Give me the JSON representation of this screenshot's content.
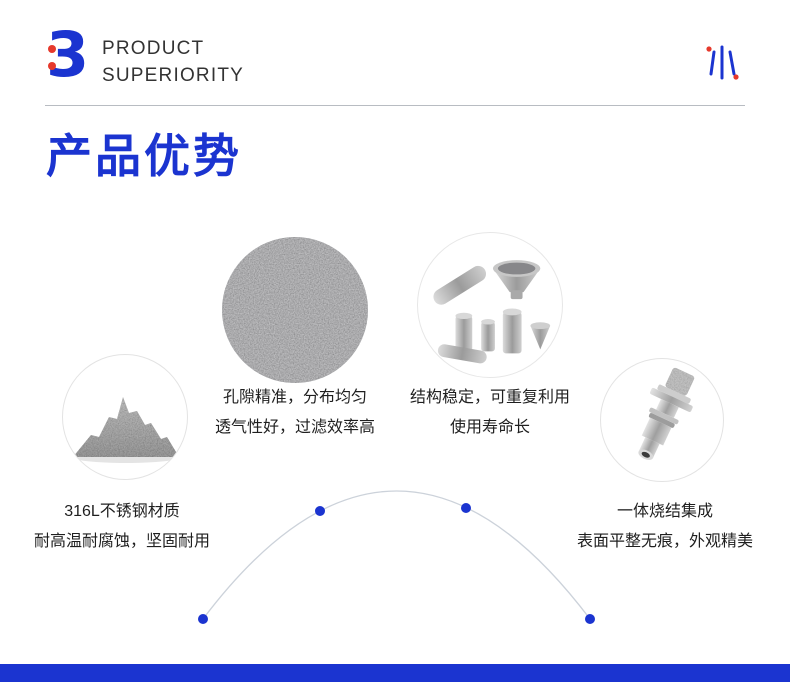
{
  "header": {
    "section_number": "3",
    "title_line1": "PRODUCT",
    "title_line2": "SUPERIORITY"
  },
  "page_title": "产品优势",
  "features": [
    {
      "id": "material",
      "lines": [
        "316L不锈钢材质",
        "耐高温耐腐蚀，坚固耐用"
      ]
    },
    {
      "id": "pores",
      "lines": [
        "孔隙精准，分布均匀",
        "透气性好，过滤效率高"
      ]
    },
    {
      "id": "structure",
      "lines": [
        "结构稳定，可重复利用",
        "使用寿命长"
      ]
    },
    {
      "id": "sintered",
      "lines": [
        "一体烧结集成",
        "表面平整无痕，外观精美"
      ]
    }
  ],
  "images": [
    {
      "name": "stainless-steel-powder-pile"
    },
    {
      "name": "porous-sintered-texture"
    },
    {
      "name": "sintered-filter-parts"
    },
    {
      "name": "sintered-component"
    }
  ],
  "colors": {
    "accent_blue": "#1b34d0",
    "accent_red": "#e6392c",
    "text_dark": "#1f1f1f",
    "divider_gray": "#b8bcc2"
  }
}
